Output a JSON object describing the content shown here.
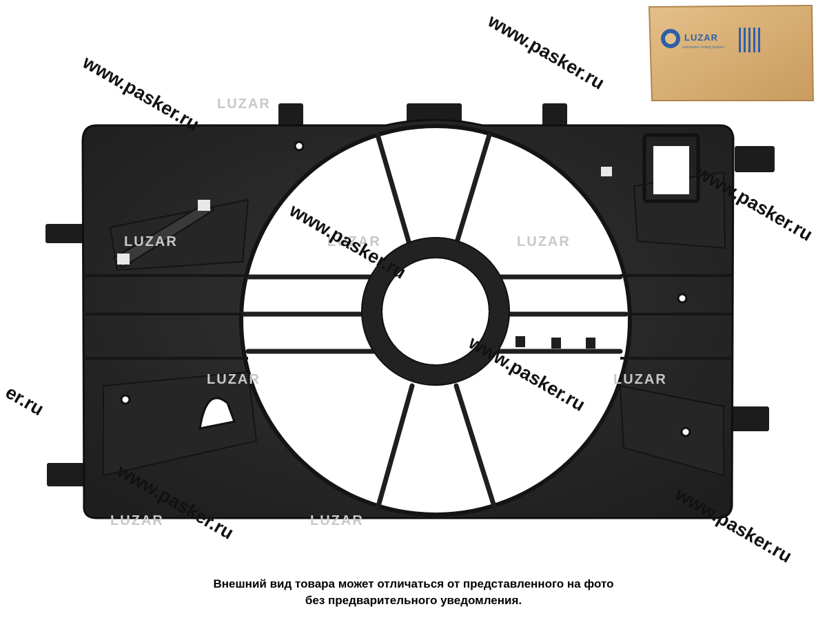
{
  "watermark": {
    "text": "www.pasker.ru",
    "fragment": "er.ru"
  },
  "box": {
    "brand": "LUZAR",
    "tagline": "automotive cooling systems"
  },
  "faint_brand": "LUZAR",
  "disclaimer": {
    "line1": "Внешний вид товара может отличаться от представленного на фото",
    "line2": "без предварительного уведомления."
  },
  "colors": {
    "plastic": "#2b2b2b",
    "plastic_dark": "#1a1a1a",
    "plastic_edge": "#0f0f0f",
    "box": "#d9b27a",
    "brand_blue": "#2d5fa8"
  }
}
